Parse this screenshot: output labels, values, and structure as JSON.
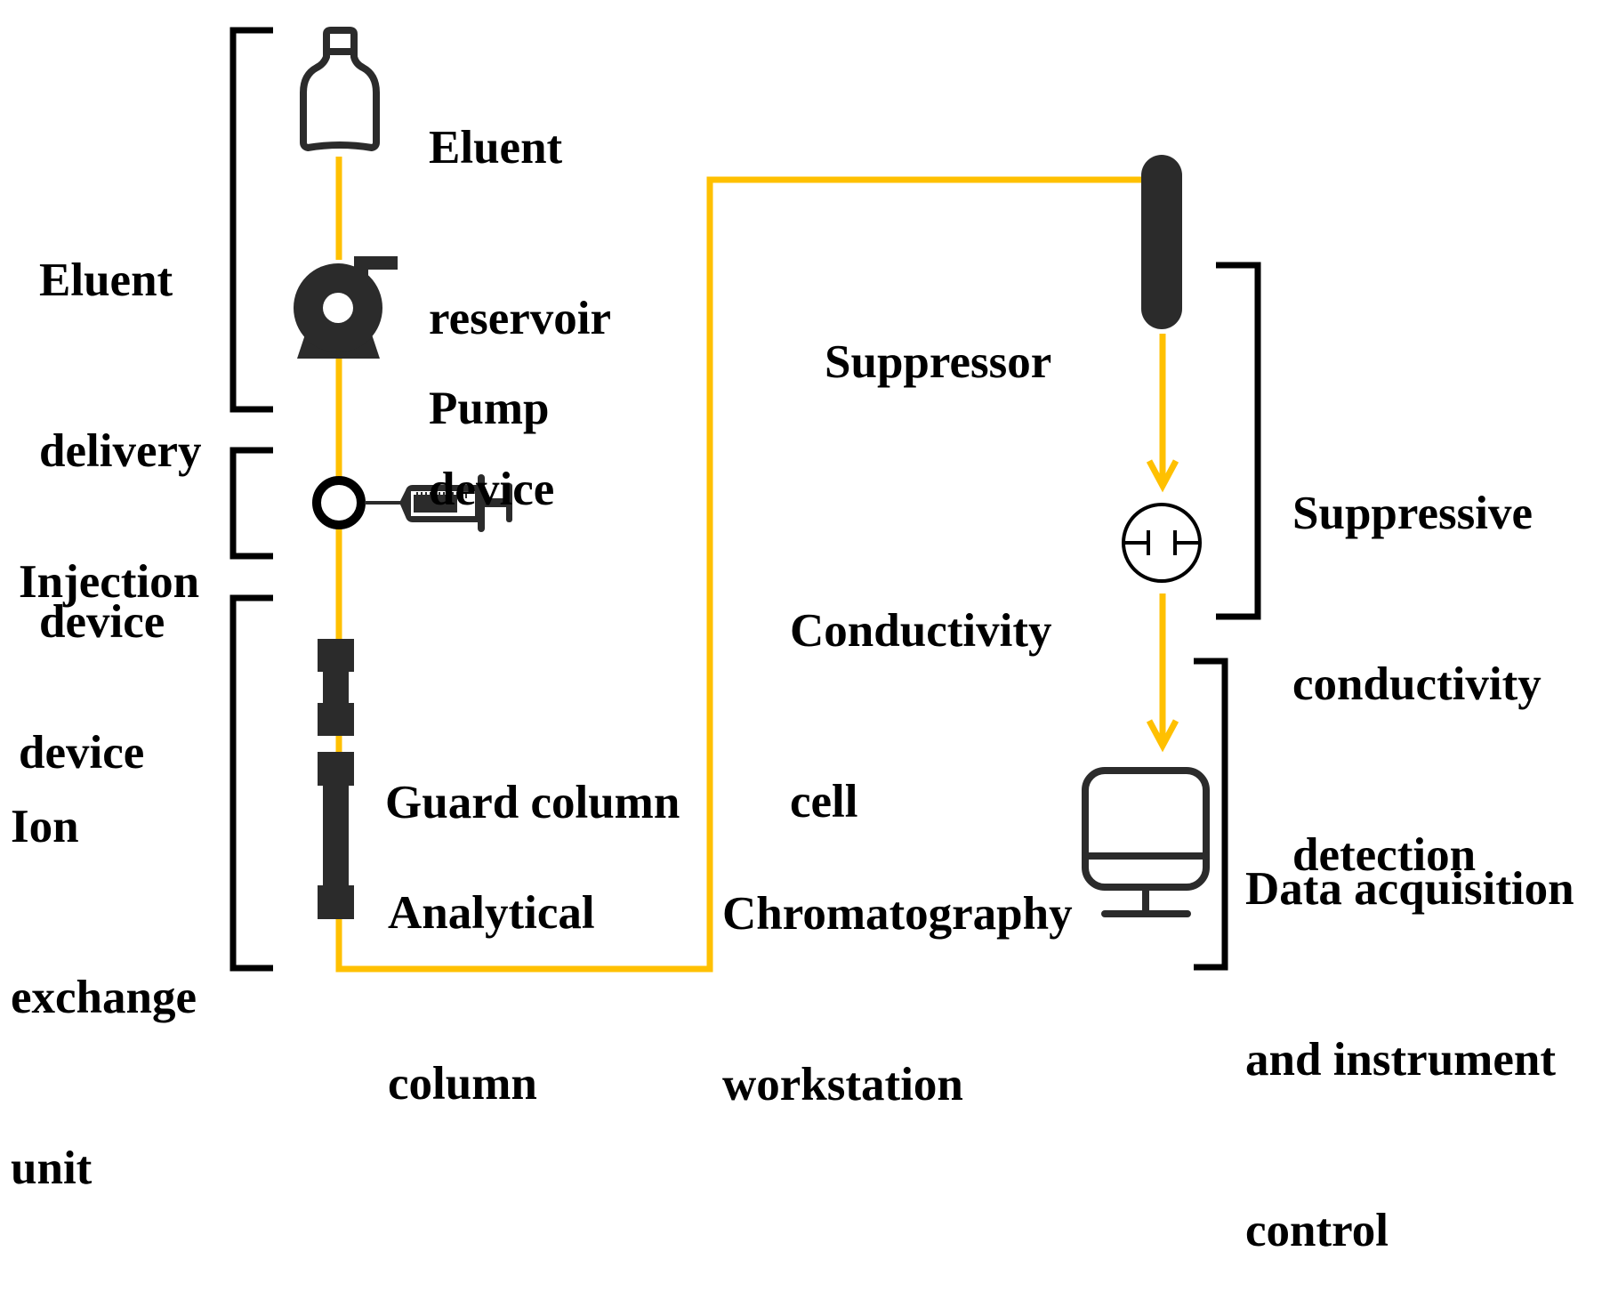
{
  "colors": {
    "flow_line": "#FFC000",
    "icon": "#2B2B2B",
    "bracket": "#000000",
    "text": "#000000",
    "background": "#FFFFFF"
  },
  "groups": {
    "eluent_delivery": {
      "lines": [
        "Eluent",
        "delivery",
        "device"
      ]
    },
    "injection": {
      "lines": [
        "Injection",
        "device"
      ]
    },
    "ion_exchange": {
      "lines": [
        "Ion",
        "exchange",
        "unit"
      ]
    },
    "suppressive_detection": {
      "lines": [
        "Suppressive",
        "conductivity",
        "detection"
      ]
    },
    "data_acquisition": {
      "lines": [
        "Data acquisition",
        "and instrument",
        "control"
      ]
    }
  },
  "components": {
    "reservoir": {
      "lines": [
        "Eluent",
        "reservoir",
        "device"
      ],
      "icon": "bottle-icon"
    },
    "pump": {
      "lines": [
        "Pump"
      ],
      "icon": "pump-icon"
    },
    "injector": {
      "icon": "syringe-icon"
    },
    "guard_column": {
      "lines": [
        "Guard column"
      ],
      "icon": "column-icon"
    },
    "analytical_column": {
      "lines": [
        "Analytical",
        "column"
      ],
      "icon": "column-icon"
    },
    "suppressor": {
      "lines": [
        "Suppressor"
      ],
      "icon": "suppressor-icon"
    },
    "conductivity_cell": {
      "lines": [
        "Conductivity",
        "cell"
      ],
      "icon": "conductivity-cell-icon"
    },
    "workstation": {
      "lines": [
        "Chromatography",
        "workstation"
      ],
      "icon": "monitor-icon"
    }
  }
}
